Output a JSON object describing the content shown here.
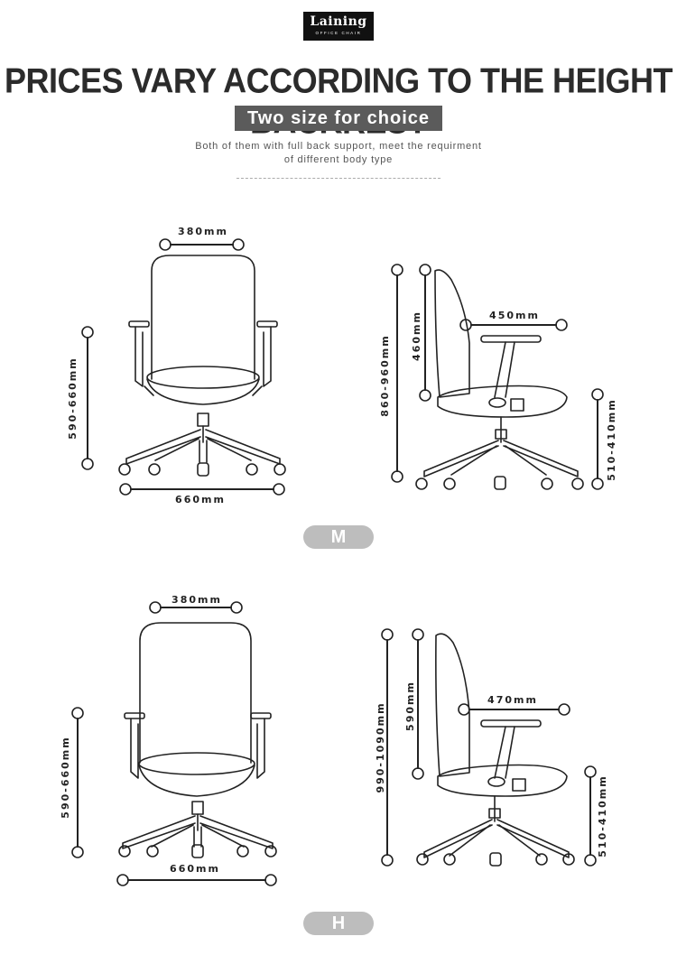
{
  "brand": {
    "name": "Laining",
    "tagline": "OFFICE CHAIR"
  },
  "headline": "PRICES VARY ACCORDING TO THE HEIGHT BACKREST",
  "subtitle": "Two size for choice",
  "description": {
    "line1": "Both of them with full back support, meet the requirment",
    "line2": "of different body type"
  },
  "sizes": [
    {
      "badge": "M",
      "front": {
        "backrest_width": "380mm",
        "arm_height": "590-660mm",
        "base_width": "660mm"
      },
      "side": {
        "total_height": "860-960mm",
        "backrest_height": "460mm",
        "depth": "450mm",
        "seat_height": "510-410mm"
      }
    },
    {
      "badge": "H",
      "front": {
        "backrest_width": "380mm",
        "arm_height": "590-660mm",
        "base_width": "660mm"
      },
      "side": {
        "total_height": "990-1090mm",
        "backrest_height": "590mm",
        "depth": "470mm",
        "seat_height": "510-410mm"
      }
    }
  ],
  "colors": {
    "badge_bg": "#bdbdbd",
    "subtitle_bg": "#5b5b5b",
    "logo_bg": "#111111",
    "line": "#222222"
  }
}
